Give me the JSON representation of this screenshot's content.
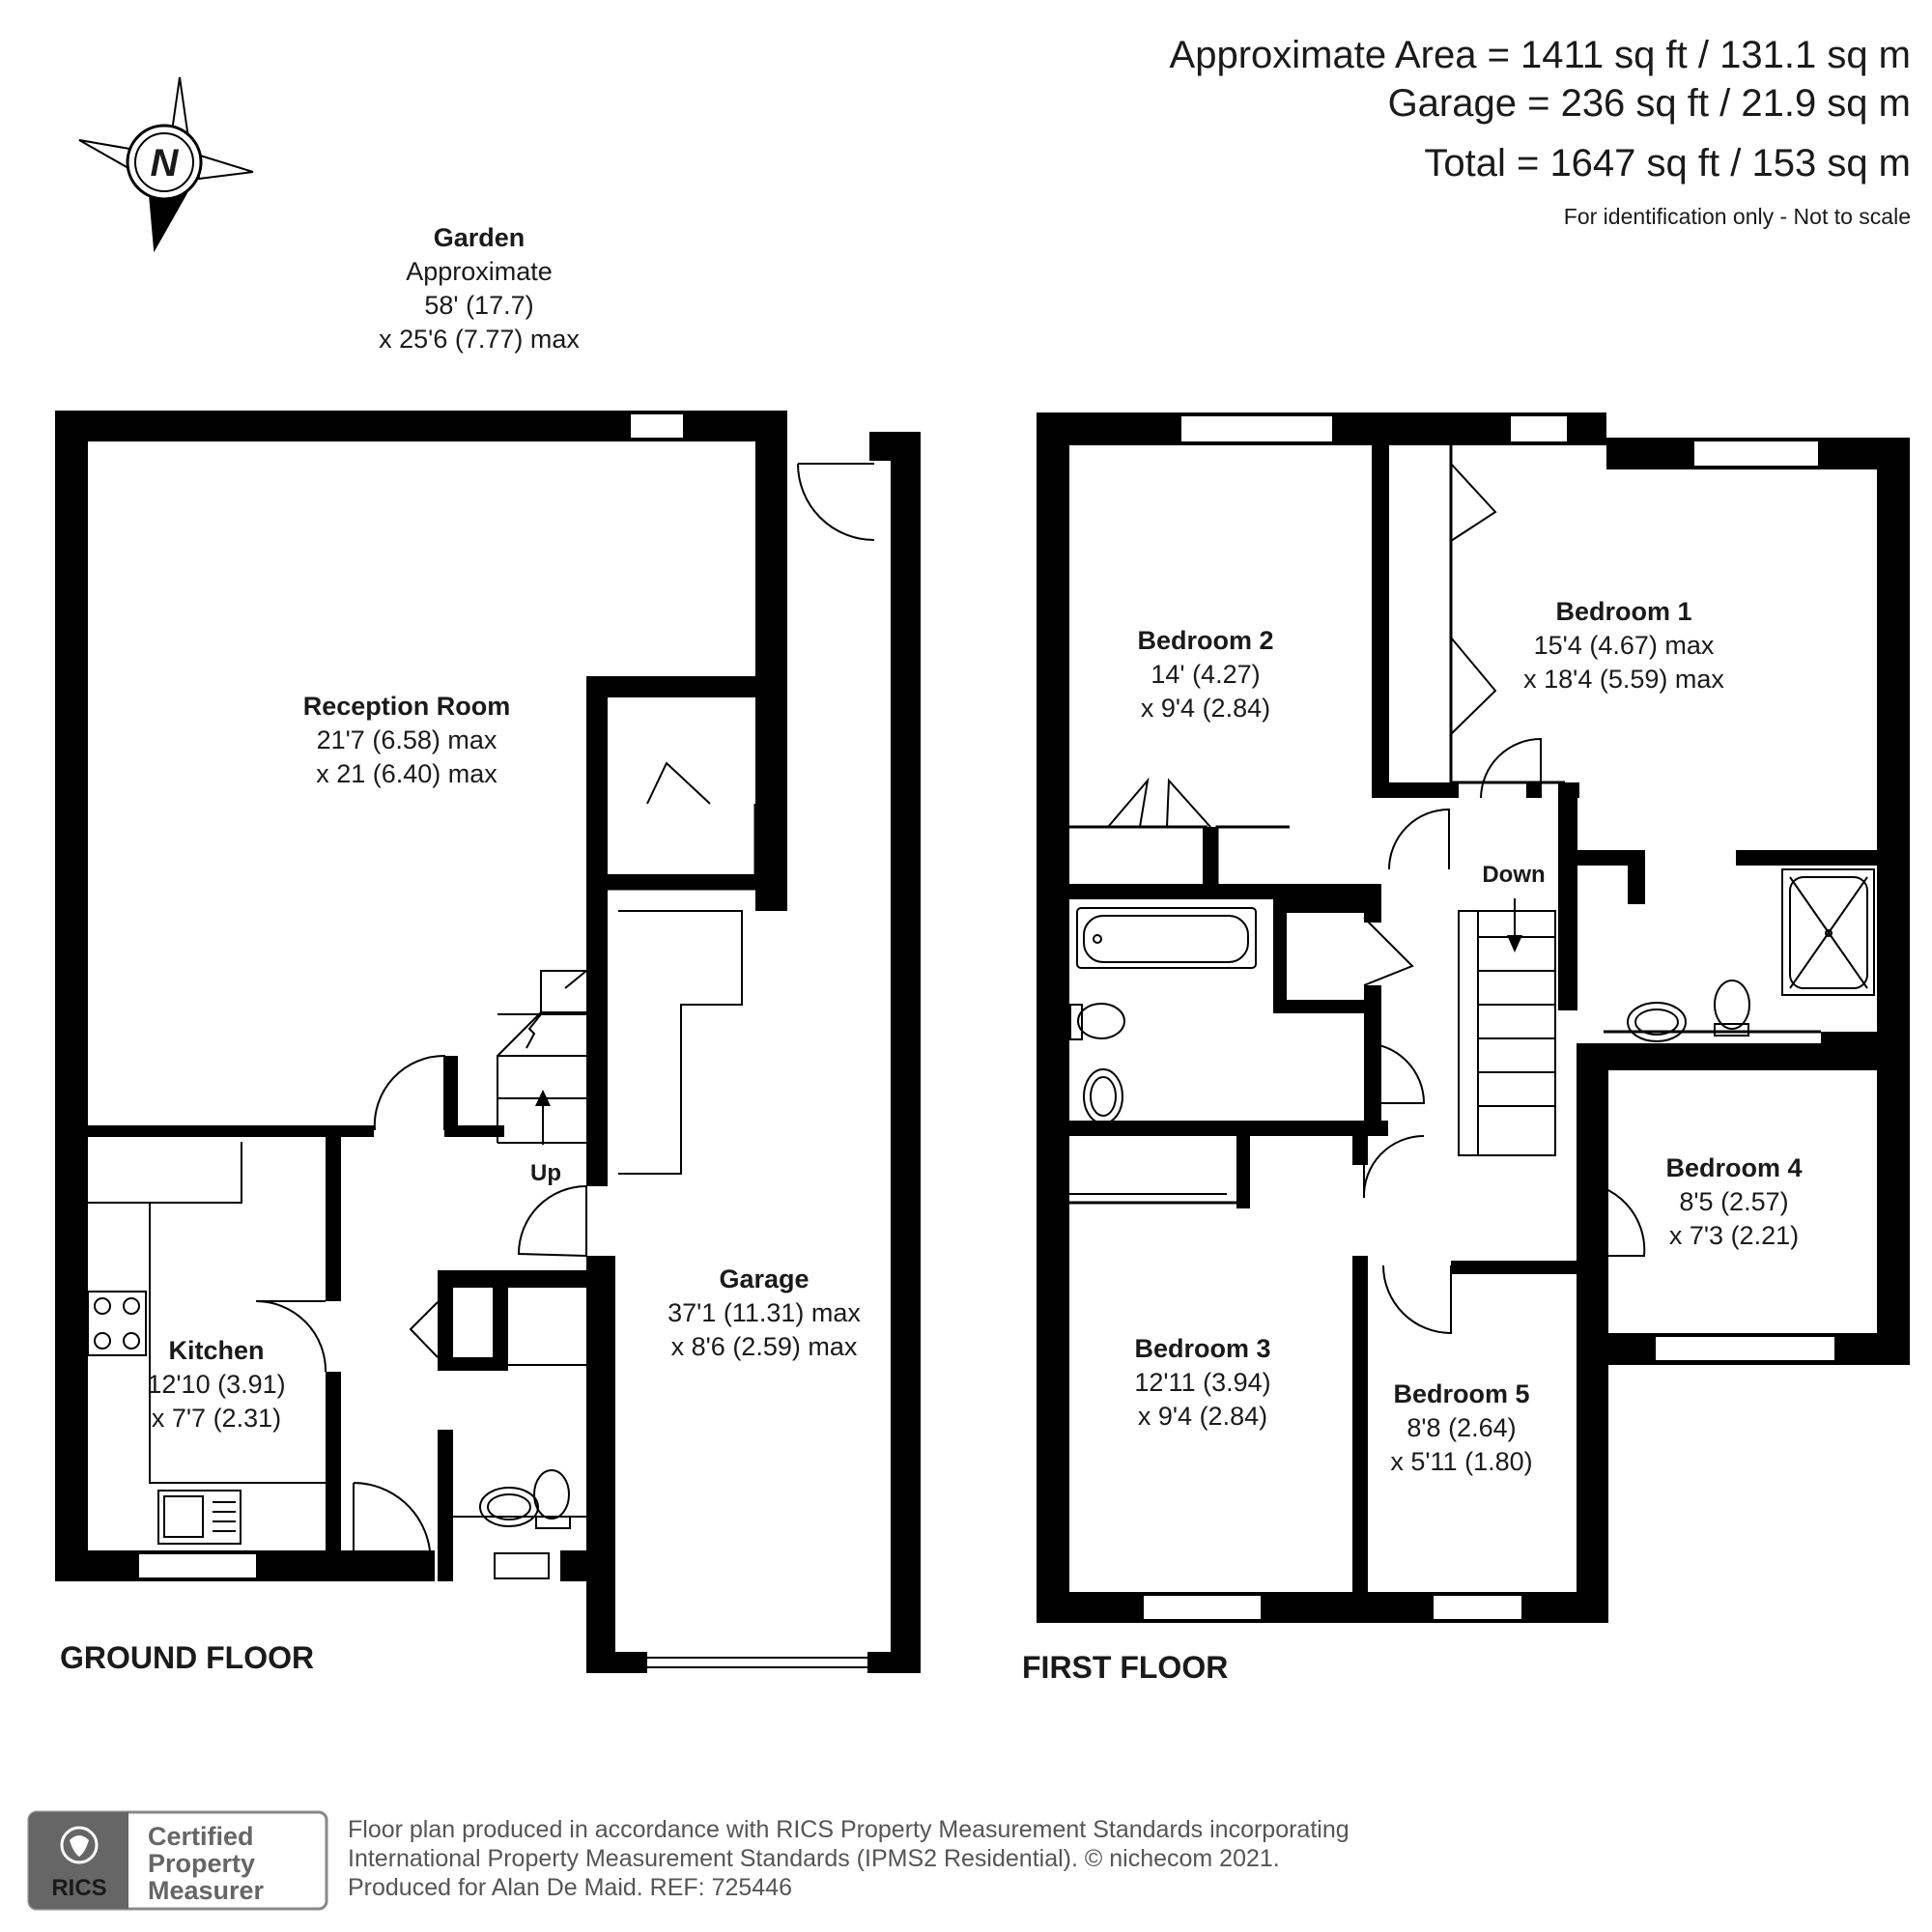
{
  "summary": {
    "approximate_area": "Approximate Area = 1411 sq ft / 131.1 sq m",
    "garage": "Garage = 236 sq ft / 21.9 sq m",
    "total": "Total = 1647 sq ft / 153 sq m",
    "note": "For identification only - Not to scale"
  },
  "compass": {
    "label": "N",
    "icon": "compass-rose-icon"
  },
  "garden": {
    "name": "Garden",
    "line1": "Approximate",
    "line2": "58' (17.7)",
    "line3": "x 25'6 (7.77) max"
  },
  "ground_floor": {
    "label": "GROUND FLOOR",
    "stairs_label": "Up",
    "reception": {
      "name": "Reception Room",
      "dim1": "21'7 (6.58) max",
      "dim2": "x 21 (6.40) max"
    },
    "kitchen": {
      "name": "Kitchen",
      "dim1": "12'10 (3.91)",
      "dim2": "x 7'7 (2.31)"
    },
    "garage": {
      "name": "Garage",
      "dim1": "37'1 (11.31) max",
      "dim2": "x 8'6 (2.59) max"
    }
  },
  "first_floor": {
    "label": "FIRST FLOOR",
    "stairs_label": "Down",
    "bedroom1": {
      "name": "Bedroom 1",
      "dim1": "15'4 (4.67) max",
      "dim2": "x 18'4 (5.59) max"
    },
    "bedroom2": {
      "name": "Bedroom 2",
      "dim1": "14' (4.27)",
      "dim2": "x 9'4 (2.84)"
    },
    "bedroom3": {
      "name": "Bedroom 3",
      "dim1": "12'11 (3.94)",
      "dim2": "x 9'4 (2.84)"
    },
    "bedroom4": {
      "name": "Bedroom 4",
      "dim1": "8'5 (2.57)",
      "dim2": "x 7'3 (2.21)"
    },
    "bedroom5": {
      "name": "Bedroom 5",
      "dim1": "8'8 (2.64)",
      "dim2": "x 5'11 (1.80)"
    }
  },
  "footer": {
    "line1": "Floor plan produced in accordance with RICS Property Measurement Standards incorporating",
    "line2": "International Property Measurement Standards (IPMS2 Residential).   © nichecom 2021.",
    "line3": "Produced for Alan De Maid.   REF: 725446"
  },
  "badge": {
    "org": "RICS",
    "cert1": "Certified",
    "cert2": "Property",
    "cert3": "Measurer"
  },
  "colors": {
    "wall": "#000000",
    "text": "#1a1a1a",
    "footer_text": "#555555",
    "badge": "#666666"
  }
}
